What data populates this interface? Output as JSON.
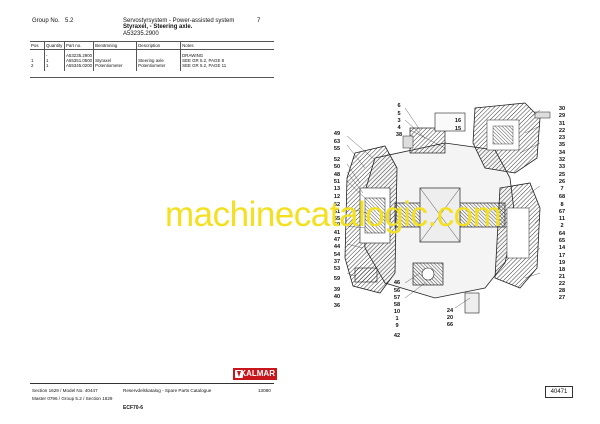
{
  "header": {
    "group_label": "Group No.",
    "group_value": "5.2",
    "title_line1": "Servostyrsystem - Power-assisted system",
    "title_line2": "Styraxel, - Steering axle.",
    "title_line3": "A53235.2900",
    "page_number": "7"
  },
  "table": {
    "columns": [
      "Pos",
      "Quantity",
      "Part no.",
      "Benämning",
      "Description",
      "Notes"
    ],
    "rows": [
      {
        "pos": "",
        "qty": "-",
        "part": "A53235.2900",
        "bena": "",
        "desc": "",
        "notes": "DRAWING"
      },
      {
        "pos": "1",
        "qty": "1",
        "part": "A55351.0500",
        "bena": "Styraxel",
        "desc": "Steering axle",
        "notes": "SEE GR 5.2, PAGE   8"
      },
      {
        "pos": "2",
        "qty": "1",
        "part": "A55345.0200",
        "bena": "Potentiometer",
        "desc": "Potentiometer",
        "notes": "SEE GR 5.2, PAGE   11"
      }
    ]
  },
  "callouts_left": [
    "49",
    "63",
    "55",
    "52",
    "50",
    "48",
    "51",
    "13",
    "12",
    "62",
    "61",
    "65",
    "60",
    "41",
    "47",
    "44",
    "54",
    "37",
    "53",
    "59",
    "39",
    "40",
    "36"
  ],
  "callouts_top_mid": [
    "6",
    "5",
    "3",
    "4",
    "38"
  ],
  "callouts_top_right_a": [
    "16",
    "15"
  ],
  "callouts_right": [
    "30",
    "29",
    "31",
    "22",
    "23",
    "35",
    "34",
    "32",
    "33",
    "25",
    "26",
    "7",
    "68",
    "8",
    "67",
    "11",
    "2",
    "64",
    "65",
    "14",
    "17",
    "19",
    "18",
    "21",
    "22",
    "28",
    "27"
  ],
  "callouts_bottom": [
    "46",
    "56",
    "57",
    "58",
    "10",
    "1",
    "9",
    "42"
  ],
  "callouts_bottom_right": [
    "24",
    "20",
    "66"
  ],
  "watermark": "machinecatalogic.com",
  "brand": "KALMAR",
  "footer": {
    "line1_left": "Section  1629 / Model  No.  40447",
    "line2_left": "Master 0796  / Group 5.2 / Section  1629",
    "center_line1": "Reservdelskatalog - Spare Parts Catalogue",
    "center_date": "13080",
    "model": "ECF70-6",
    "boxed_number": "40471"
  }
}
